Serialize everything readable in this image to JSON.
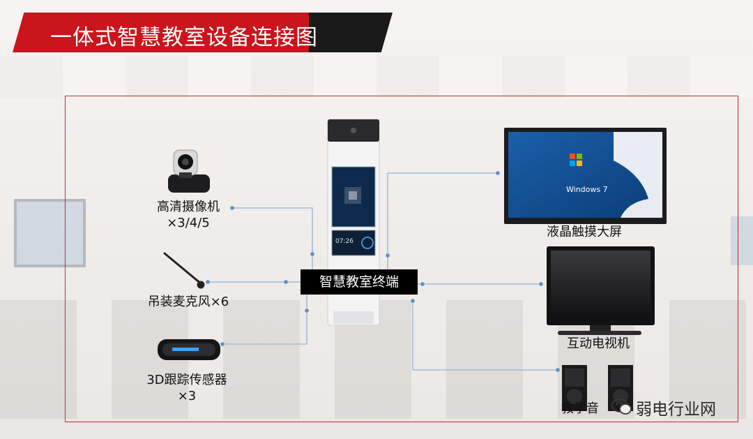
{
  "title": "一体式智慧教室设备连接图",
  "hub": {
    "label": "智慧教室终端"
  },
  "devices": {
    "camera": {
      "label_line1": "高清摄像机",
      "label_line2": "×3/4/5"
    },
    "microphone": {
      "label": "吊装麦克风×6"
    },
    "sensor": {
      "label_line1": "3D跟踪传感器",
      "label_line2": "×3"
    },
    "lcd": {
      "label": "液晶触摸大屏",
      "screen_text": "Windows 7"
    },
    "tv": {
      "label": "互动电视机"
    },
    "speaker": {
      "label": "教学音"
    }
  },
  "terminal_clock": "07:26",
  "watermark": "弱电行业网",
  "colors": {
    "banner_red": "#c9151b",
    "banner_black": "#1a1a1a",
    "frame_red": "#c22a2a",
    "connector": "#8fb4d8"
  }
}
